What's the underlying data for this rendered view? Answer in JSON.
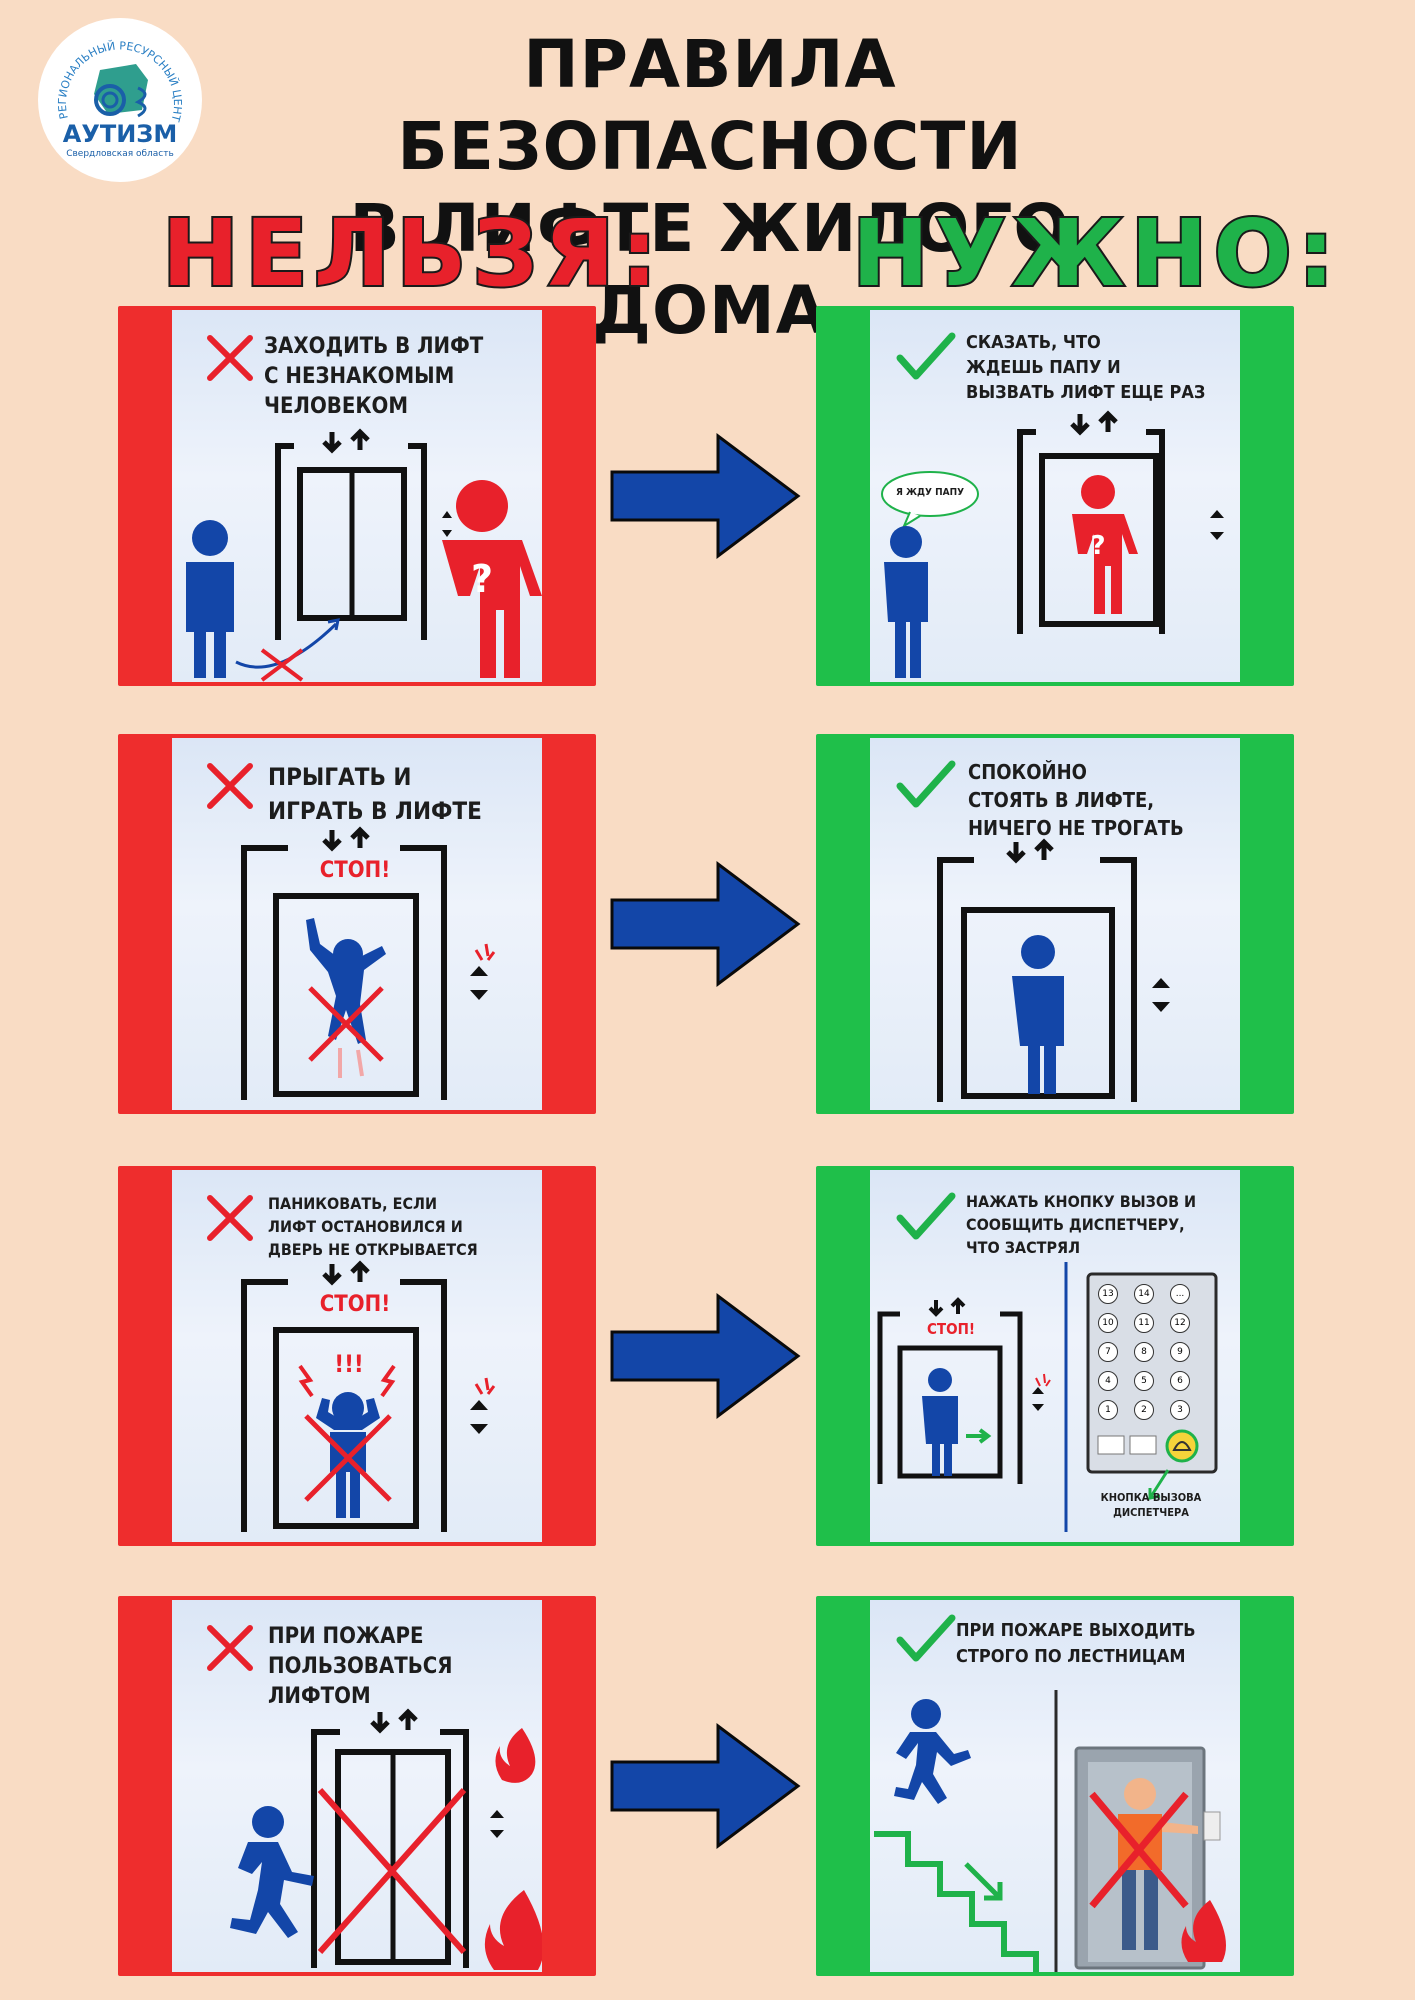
{
  "logo": {
    "arc_text": "РЕГИОНАЛЬНЫЙ РЕСУРСНЫЙ ЦЕНТР",
    "brand": "АУТИЗМ",
    "region": "Свердловская область"
  },
  "title": {
    "line1": "ПРАВИЛА БЕЗОПАСНОСТИ",
    "line2": "В ЛИФТЕ ЖИЛОГО  ДОМА"
  },
  "headers": {
    "forbidden": "НЕЛЬЗЯ:",
    "required": "НУЖНО:"
  },
  "colors": {
    "red": "#ee2d2d",
    "green": "#1fbf4a",
    "blue": "#1346a8",
    "background": "#f9dcc4"
  },
  "rows": [
    {
      "forbidden": [
        "ЗАХОДИТЬ В ЛИФТ",
        "С НЕЗНАКОМЫМ",
        "ЧЕЛОВЕКОМ"
      ],
      "required": [
        "СКАЗАТЬ, ЧТО",
        "ЖДЕШЬ ПАПУ И",
        "ВЫЗВАТЬ ЛИФТ ЕЩЕ РАЗ"
      ],
      "speech_bubble": "Я ЖДУ ПАПУ"
    },
    {
      "forbidden": [
        "ПРЫГАТЬ И",
        "ИГРАТЬ В ЛИФТЕ"
      ],
      "forbidden_sign": "СТОП!",
      "required": [
        "СПОКОЙНО",
        "СТОЯТЬ В ЛИФТЕ,",
        "НИЧЕГО НЕ ТРОГАТЬ"
      ]
    },
    {
      "forbidden": [
        "ПАНИКОВАТЬ, ЕСЛИ",
        "ЛИФТ ОСТАНОВИЛСЯ И",
        "ДВЕРЬ НЕ ОТКРЫВАЕТСЯ"
      ],
      "forbidden_sign": "СТОП!",
      "panic_text": "!!!",
      "required": [
        "НАЖАТЬ КНОПКУ ВЫЗОВ И",
        "СООБЩИТЬ ДИСПЕТЧЕРУ,",
        "ЧТО ЗАСТРЯЛ"
      ],
      "required_sign": "СТОП!",
      "panel_buttons": [
        "13",
        "14",
        "...",
        "10",
        "11",
        "12",
        "7",
        "8",
        "9",
        "4",
        "5",
        "6",
        "1",
        "2",
        "3"
      ],
      "call_button_label": [
        "КНОПКА ВЫЗОВА",
        "ДИСПЕТЧЕРА"
      ]
    },
    {
      "forbidden": [
        "ПРИ ПОЖАРЕ",
        "ПОЛЬЗОВАТЬСЯ",
        "ЛИФТОМ"
      ],
      "required": [
        "ПРИ ПОЖАРЕ ВЫХОДИТЬ",
        "СТРОГО ПО ЛЕСТНИЦАМ"
      ]
    }
  ]
}
